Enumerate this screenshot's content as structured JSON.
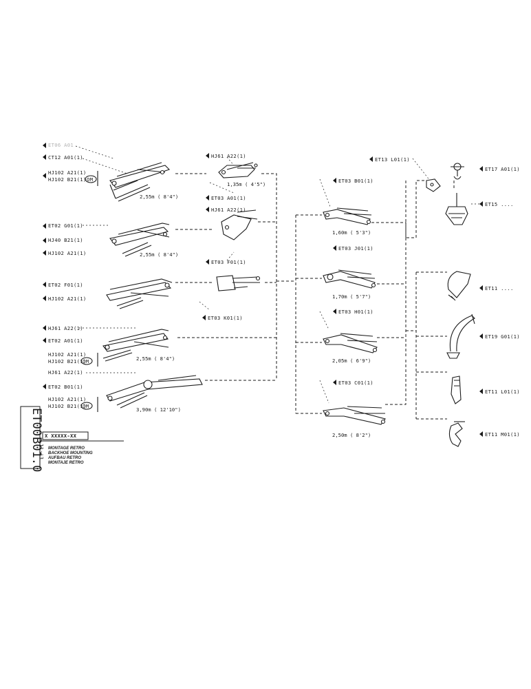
{
  "page": {
    "code_top": "ET00",
    "code_bottom": "B01.0",
    "code_small": "11-'3",
    "doc_ref": "X XXXXX-XX",
    "titles": [
      "MONTAGE RETRO",
      "BACKHOE MOUNTING",
      "AUFBAU RETRO",
      "MONTAJE RETRO"
    ]
  },
  "labels": {
    "l_faded": "ET06 A01",
    "l_ct": "CT12 A01(1)",
    "l_hj102_a21_a": "HJ102 A21(1)",
    "l_hj102_b21_a": "HJ102 B21(1)",
    "l_om_a": "OM",
    "l_hj61_a22_a": "HJ61 A22(1)",
    "l_et03_a01": "ET03 A01(1)",
    "l_hj61_a22_b": "HJ61 A22(1)",
    "l_et02_g01": "ET02 G01(1)",
    "l_hj40_b21": "HJ40 B21(1)",
    "l_hj102_a21_b": "HJ102 A21(1)",
    "l_et03_f01": "ET03 F01(1)",
    "l_et02_f01": "ET02 F01(1)",
    "l_hj102_a21_c": "HJ102 A21(1)",
    "l_et03_k01": "ET03 K01(1)",
    "l_hj61_a22_c": "HJ61 A22(1)",
    "l_et02_a01": "ET02 A01(1)",
    "l_hj102_a21_d": "HJ102 A21(1)",
    "l_hj102_b21_d": "HJ102 B21(1)",
    "l_om_d": "OM",
    "l_hj61_a22_d": "HJ61 A22(1)",
    "l_et02_b01": "ET02 B01(1)",
    "l_hj102_a21_e": "HJ102 A21(1)",
    "l_hj102_b21_e": "HJ102 B21(1)",
    "l_om_e": "OM",
    "l_et03_b01": "ET03 B01(1)",
    "l_et03_j01": "ET03 J01(1)",
    "l_et03_h01": "ET03 H01(1)",
    "l_et03_c01": "ET03 C01(1)",
    "l_et13_l01": "ET13 L01(1)",
    "l_et17_a01": "ET17 A01(1)",
    "l_et15": "ET15 ....",
    "l_et11_a": "ET11 ....",
    "l_et19_g01": "ET19 G01(1)",
    "l_et11_l01": "ET11 L01(1)",
    "l_et11_m01": "ET11 M01(1)"
  },
  "dimensions": {
    "boom_1": "2,55m ( 8'4\")",
    "boom_2": "2,55m ( 8'4\")",
    "boom_4": "2,55m ( 8'4\")",
    "boom_5": "3,90m ( 12'10\")",
    "mount_1": "1,35m ( 4'5\")",
    "arm_1": "1,60m ( 5'3\")",
    "arm_2": "1,70m ( 5'7\")",
    "arm_3": "2,05m ( 6'9\")",
    "arm_4": "2,50m ( 8'2\")"
  }
}
